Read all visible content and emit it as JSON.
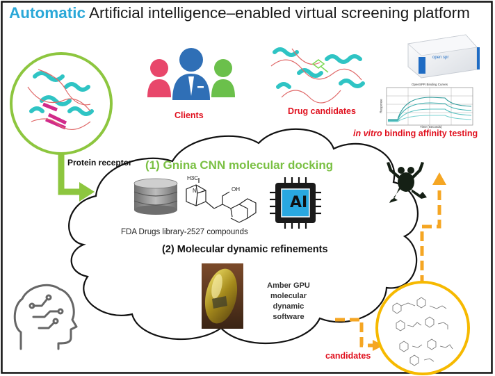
{
  "title": {
    "accent_word": "Automatic",
    "rest": " Artificial intelligence–enabled virtual screening platform"
  },
  "labels": {
    "clients": "Clients",
    "drug_candidates": "Drug candidates",
    "in_vitro_italic": "in vitro",
    "in_vitro_rest": " binding affinity testing",
    "protein_receptor": "Protein receptor",
    "step1": "(1) Gnina CNN molecular docking",
    "fda_library": "FDA Drugs library-2527 compounds",
    "step2": "(2) Molecular dynamic refinements",
    "amber": "Amber GPU molecular dynamic software",
    "candidates": "candidates",
    "ai_chip": "AI",
    "plot_title": "OpenSPR Binding Curves",
    "plot_xlabel": "Time (Seconds)",
    "plot_ylabel": "Response",
    "opensp_brand": "open spr",
    "chem_h3c": "H3C",
    "chem_n": "N",
    "chem_oh": "OH"
  },
  "colors": {
    "title_accent": "#2ba8d8",
    "red_label": "#e0101e",
    "green": "#7ac043",
    "orange_arrow": "#f5a623",
    "amber_circle": "#f6b900",
    "frame_border": "#111111"
  },
  "icons": [
    "clients-people-icon",
    "ai-chip-icon",
    "brain-circuit-icon",
    "frog-icon",
    "database-icon",
    "spr-instrument-icon",
    "gpu-gem-icon"
  ]
}
